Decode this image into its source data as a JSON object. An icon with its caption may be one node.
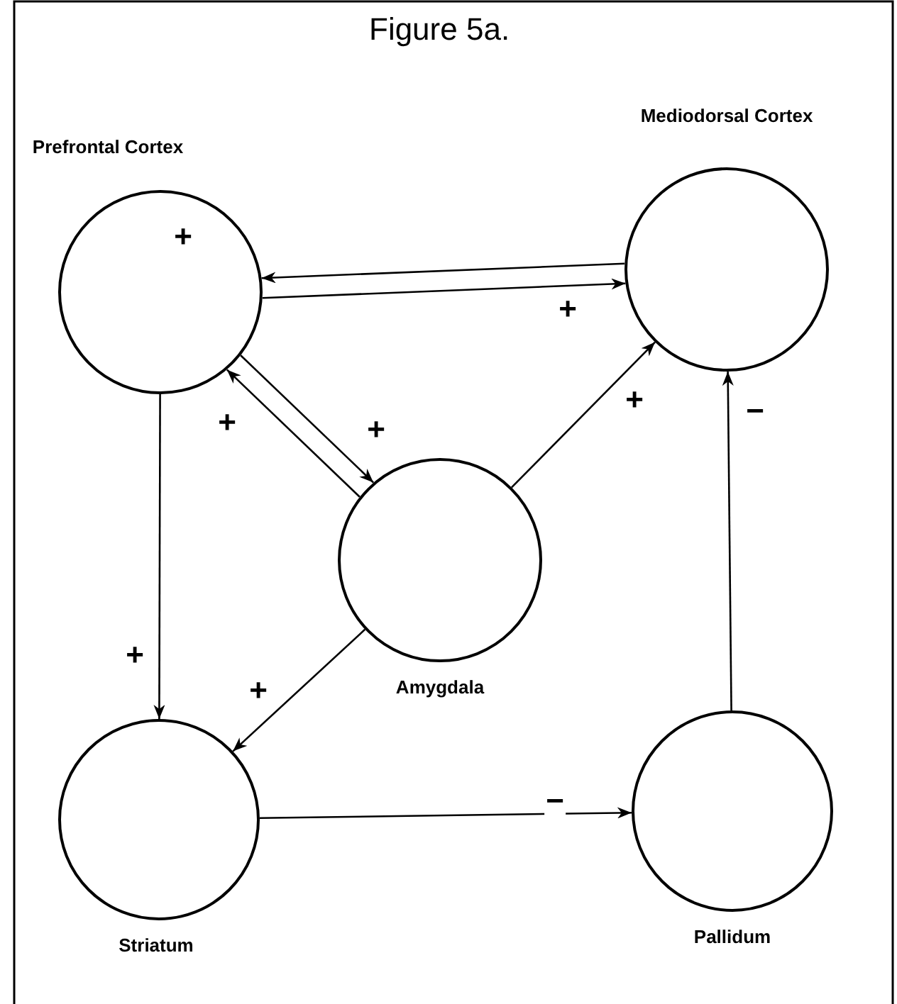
{
  "diagram": {
    "title": "Figure 5a.",
    "nodes": [
      {
        "text": [
          "Prefrontal Cortex"
        ]
      },
      {
        "text": [
          "Mediodorsal Cortex"
        ]
      },
      {
        "text": [
          "Amygdala"
        ]
      },
      {
        "text": [
          "Striatum"
        ]
      },
      {
        "text": [
          "Pallidum"
        ]
      }
    ],
    "edges": [
      {
        "from": 1,
        "to": 0,
        "arrow": "to",
        "label": "+"
      },
      {
        "from": 0,
        "to": 1,
        "arrow": "to",
        "label": "+"
      },
      {
        "from": 2,
        "to": 0,
        "arrow": "to",
        "label": "+"
      },
      {
        "from": 0,
        "to": 2,
        "arrow": "to",
        "label": "+"
      },
      {
        "from": 2,
        "to": 1,
        "arrow": "to",
        "label": "+"
      },
      {
        "from": 4,
        "to": 1,
        "arrow": "to",
        "label": "−"
      },
      {
        "from": 0,
        "to": 3,
        "arrow": "to",
        "label": "+"
      },
      {
        "from": 2,
        "to": 3,
        "arrow": "to",
        "label": "+"
      },
      {
        "from": 3,
        "to": 4,
        "arrow": "to",
        "label": "−"
      }
    ]
  }
}
